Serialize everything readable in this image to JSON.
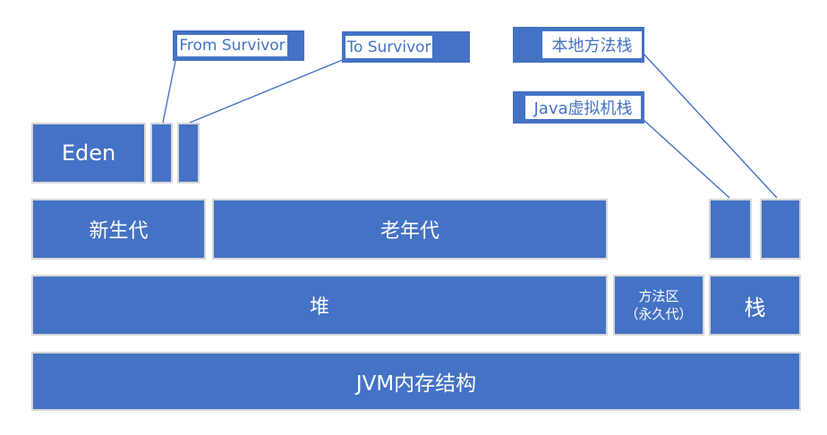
{
  "diagram": {
    "callouts": {
      "from_survivor": "From Survivor",
      "to_survivor": "To Survivor",
      "native_method_stack": "本地方法栈",
      "java_vm_stack": "Java虚拟机栈"
    },
    "blocks": {
      "eden": "Eden",
      "young_generation": "新生代",
      "old_generation": "老年代",
      "heap": "堆",
      "method_area_line1": "方法区",
      "method_area_line2": "（永久代）",
      "stack": "栈",
      "jvm_memory_structure": "JVM内存结构"
    },
    "colors": {
      "primary_blue": "#4472C4",
      "box_border_gray": "#D6D6D6",
      "text_white": "#FFFFFF",
      "label_background": "#FFFFFF"
    }
  }
}
